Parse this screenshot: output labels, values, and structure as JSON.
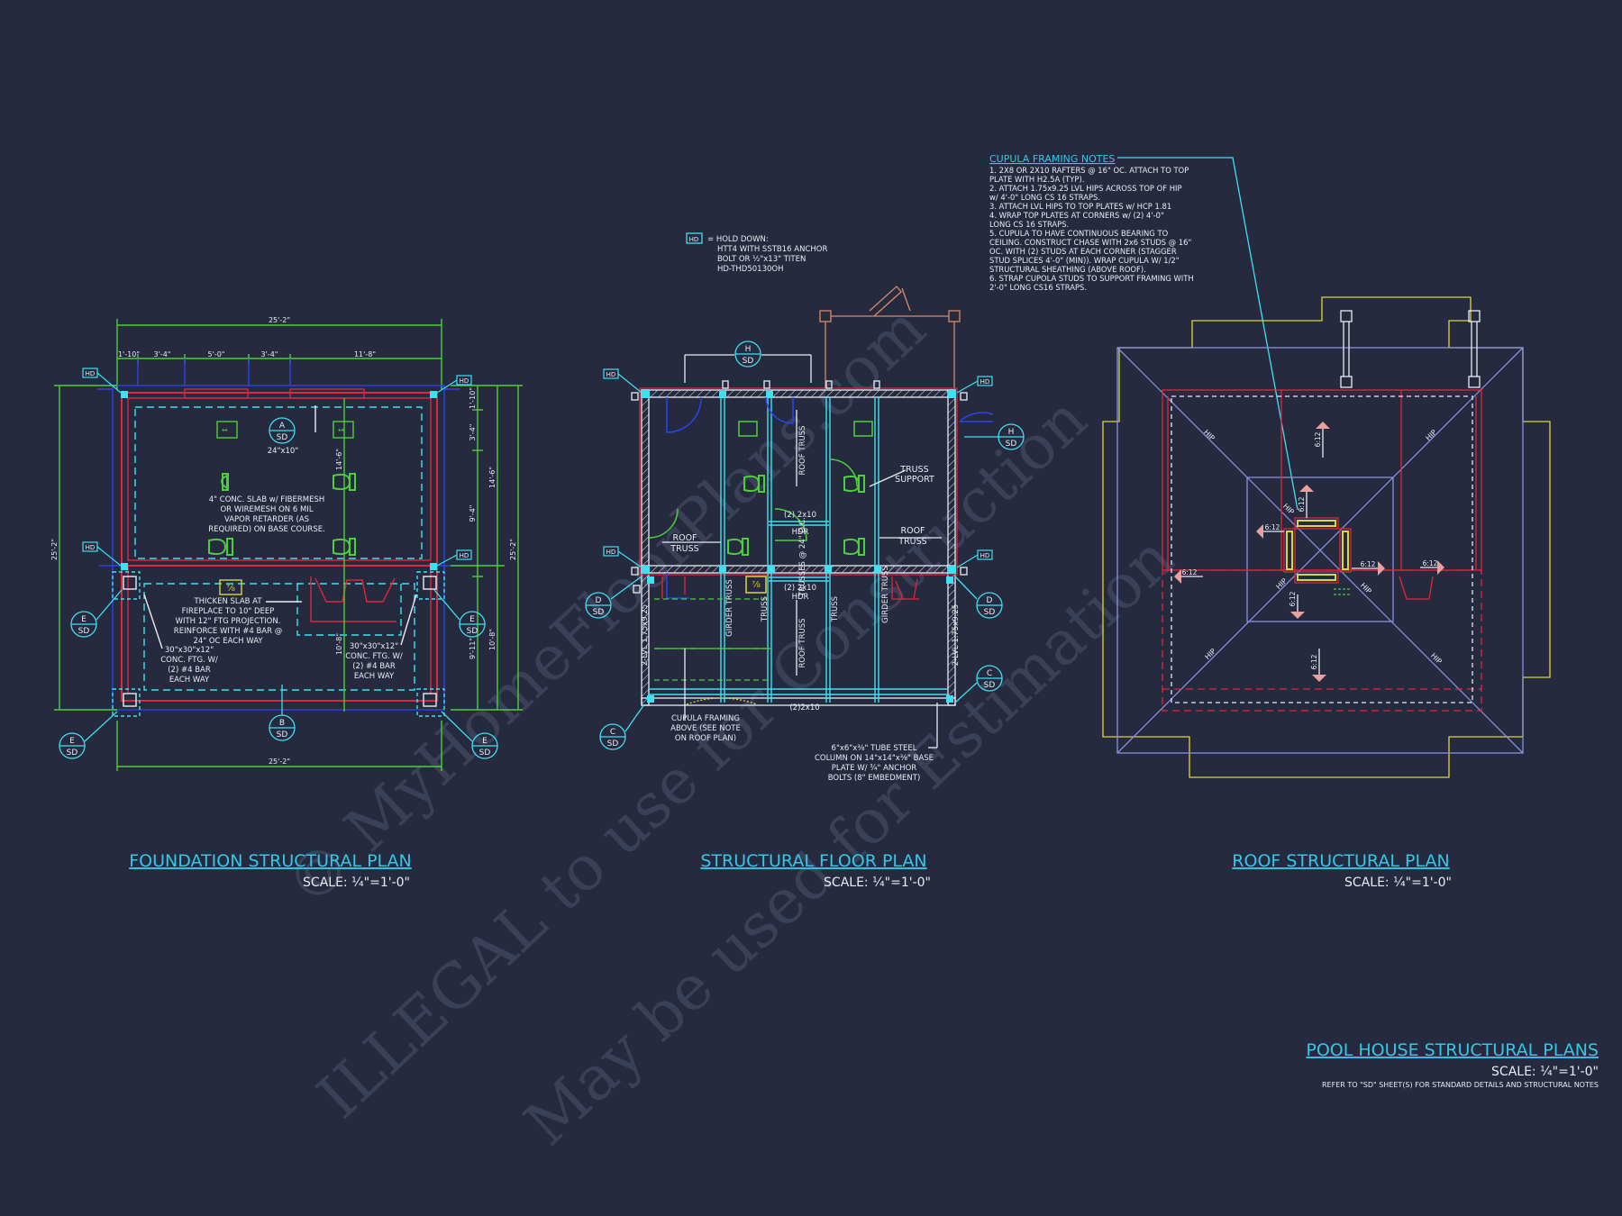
{
  "colors": {
    "background": "#252a3f",
    "wall": "#e0263b",
    "title": "#32c8e6",
    "cyan": "#3fe0f0",
    "green": "#4ccf3a",
    "yellow": "#d8d83a",
    "blue": "#2a44f0",
    "white": "#e8ecf5",
    "tan": "#d88a6a",
    "watermark": "#3a4058"
  },
  "foundation": {
    "title": "FOUNDATION STRUCTURAL PLAN",
    "scale": "SCALE: ¼\"=1'-0\"",
    "dim_overall_top": "25'-2\"",
    "dim_overall_bottom": "25'-2\"",
    "dims_top": [
      "1'-10\"",
      "3'-4\"",
      "5'-0\"",
      "3'-4\"",
      "11'-8\""
    ],
    "dim_left": "25'-2\"",
    "dim_right_outer": "25'-2\"",
    "dim_right_a": "14'-6\"",
    "dim_right_b": "10'-8\"",
    "dim_right_c1": "1'-10\"",
    "dim_right_c2": "3'-4\"",
    "dim_right_c3": "9'-4\"",
    "dim_right_c4": "9'-11\"",
    "dim_inner_a": "14'-6\"",
    "dim_inner_b": "10'-8\"",
    "footing_size": "24\"x10\"",
    "slab_note": [
      "4\" CONC. SLAB w/ FIBERMESH",
      "OR WIREMESH ON 6 MIL",
      "VAPOR RETARDER (AS",
      "REQUIRED) ON BASE COURSE."
    ],
    "thicken_note": [
      "THICKEN SLAB AT",
      "FIREPLACE TO 10\" DEEP",
      "WITH 12\" FTG PROJECTION.",
      "REINFORCE WITH #4 BAR @",
      "24\" OC EACH WAY"
    ],
    "ftg_note_left": [
      "30\"x30\"x12\"",
      "CONC. FTG. W/",
      "(2) #4 BAR",
      "EACH WAY"
    ],
    "ftg_note_right": [
      "30\"x30\"x12\"",
      "CONC. FTG. W/",
      "(2) #4 BAR",
      "EACH WAY"
    ]
  },
  "floor": {
    "title": "STRUCTURAL FLOOR PLAN",
    "scale": "SCALE: ¼\"=1'-0\"",
    "hd_legend": [
      "= HOLD DOWN:",
      "HTT4 WITH SSTB16 ANCHOR",
      "BOLT OR ½\"x13\" TITEN",
      "HD-THD50130OH"
    ],
    "roof_truss": [
      "ROOF",
      "TRUSS"
    ],
    "truss_support": [
      "TRUSS",
      "SUPPORT"
    ],
    "header_2x10": "(2) 2x10",
    "hdr": "HDR",
    "girder_truss": "GIRDER TRUSS",
    "truss": "TRUSS",
    "roof_truss_label": "ROOF TRUSS",
    "truss_spacing": "TRUSSES @ 24\" O.C.",
    "lvl": "2-LVL 1.75x9.25",
    "beam_2x10": "(2)2x10",
    "cupula_note": [
      "CUPULA FRAMING",
      "ABOVE (SEE NOTE",
      "ON ROOF PLAN)"
    ],
    "tube_note": [
      "6\"x6\"x⅜\" TUBE STEEL",
      "COLUMN ON 14\"x14\"x⅜\" BASE",
      "PLATE W/ ¾\" ANCHOR",
      "BOLTS (8\" EMBEDMENT)"
    ]
  },
  "roof": {
    "title": "ROOF STRUCTURAL PLAN",
    "scale": "SCALE: ¼\"=1'-0\"",
    "notes_title": "CUPULA FRAMING NOTES",
    "notes": [
      "1.   2X8 OR 2X10 RAFTERS @ 16\" OC. ATTACH TO TOP",
      "      PLATE WITH H2.5A (TYP).",
      "2.   ATTACH 1.75x9.25 LVL HIPS ACROSS TOP OF HIP",
      "      w/ 4'-0\" LONG CS 16 STRAPS.",
      "3.   ATTACH LVL HIPS TO TOP PLATES w/ HCP 1.81",
      "4.   WRAP TOP PLATES AT CORNERS w/ (2) 4'-0\"",
      "      LONG CS 16 STRAPS.",
      "5.   CUPULA TO HAVE CONTINUOUS BEARING TO",
      "      CEILING. CONSTRUCT CHASE WITH 2x6 STUDS @ 16\"",
      "      OC. WITH (2) STUDS AT EACH CORNER (STAGGER",
      "      STUD SPLICES 4'-0\" (MIN)). WRAP CUPULA W/ 1/2\"",
      "      STRUCTURAL SHEATHING (ABOVE ROOF).",
      "6.   STRAP CUPOLA STUDS TO SUPPORT FRAMING WITH",
      "      2'-0\" LONG CS16 STRAPS."
    ],
    "hip": "HIP",
    "pitch": "6:12"
  },
  "sheet": {
    "title": "POOL HOUSE STRUCTURAL PLANS",
    "scale": "SCALE: ¼\"=1'-0\"",
    "refer": "REFER TO \"SD\" SHEET(S) FOR STANDARD DETAILS AND STRUCTURAL NOTES"
  },
  "tags": {
    "hd": "HD",
    "sd": "SD",
    "a": "A",
    "b": "B",
    "c": "C",
    "d": "D",
    "e": "E",
    "h": "H"
  },
  "watermark": [
    "© MyHomeFloorPlans.com",
    "ILLEGAL to use for Construction",
    "May be used for Estimation"
  ]
}
